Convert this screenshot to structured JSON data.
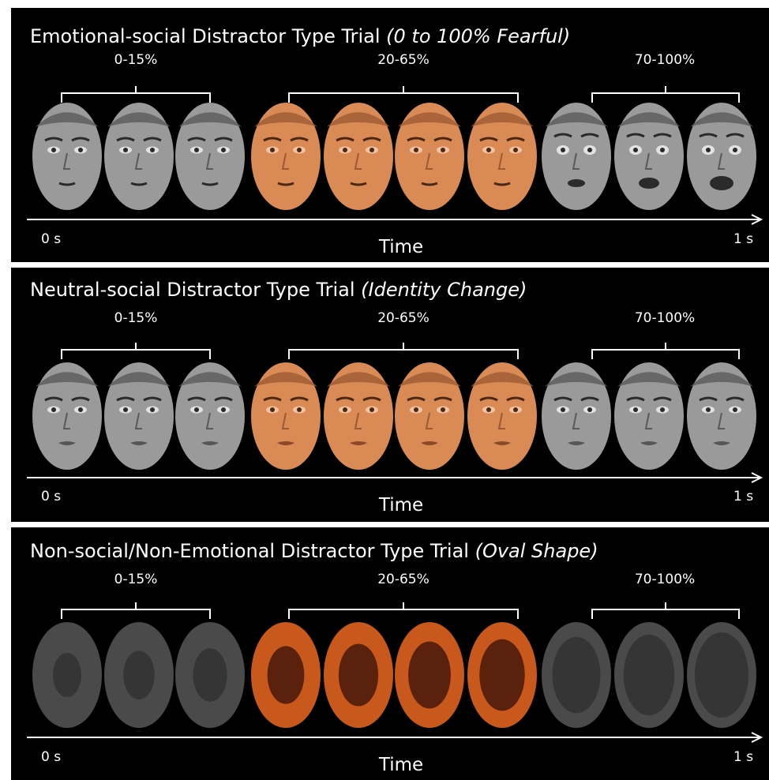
{
  "panels": [
    {
      "id": "emotional",
      "title_main": "Emotional-social Distractor Type Trial ",
      "title_italic": "(0 to 100% Fearful)",
      "groups": [
        "0-15%",
        "20-65%",
        "70-100%"
      ],
      "time_start": "0 s",
      "time_end": "1 s",
      "time_label": "Time",
      "stimulus": "face-male",
      "stimuli_colors": [
        "gray",
        "gray",
        "gray",
        "orange",
        "orange",
        "orange",
        "orange",
        "gray",
        "gray",
        "gray"
      ]
    },
    {
      "id": "neutral",
      "title_main": "Neutral-social Distractor Type Trial ",
      "title_italic": "(Identity Change)",
      "groups": [
        "0-15%",
        "20-65%",
        "70-100%"
      ],
      "time_start": "0 s",
      "time_end": "1 s",
      "time_label": "Time",
      "stimulus": "face-female",
      "stimuli_colors": [
        "gray",
        "gray",
        "gray",
        "orange",
        "orange",
        "orange",
        "orange",
        "gray",
        "gray",
        "gray"
      ]
    },
    {
      "id": "nonsocial",
      "title_main": "Non-social/Non-Emotional Distractor Type Trial ",
      "title_italic": "(Oval Shape)",
      "groups": [
        "0-15%",
        "20-65%",
        "70-100%"
      ],
      "time_start": "0 s",
      "time_end": "1 s",
      "time_label": "Time",
      "stimulus": "oval-shape",
      "stimuli_colors": [
        "gray",
        "gray",
        "gray",
        "orange",
        "orange",
        "orange",
        "orange",
        "gray",
        "gray",
        "gray"
      ]
    }
  ],
  "colors": {
    "background": "#000000",
    "face_gray": "#9a9a9a",
    "face_orange": "#d98a55",
    "oval_gray": "#4a4a4a",
    "oval_orange": "#c8581c",
    "oval_orange_inner": "#5a210c",
    "oval_gray_inner": "#353535",
    "foreground": "#ffffff"
  }
}
